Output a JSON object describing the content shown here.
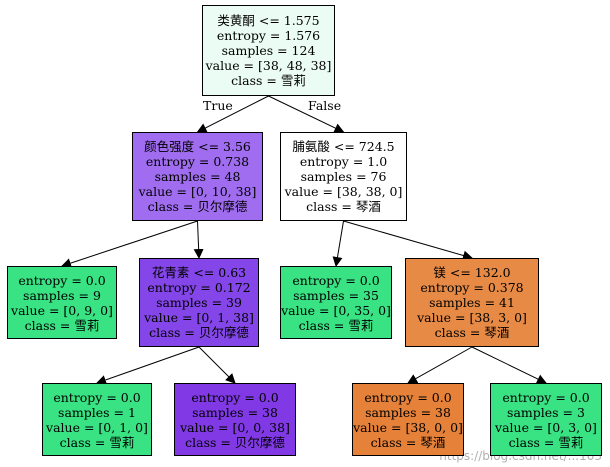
{
  "nodes": [
    {
      "id": "n0",
      "fill": "#ebfcf4",
      "lines": [
        "类黄酮 <= 1.575",
        "entropy = 1.576",
        "samples = 124",
        "value = [38, 48, 38]",
        "class = 雪莉"
      ]
    },
    {
      "id": "n1",
      "fill": "#a06df0",
      "lines": [
        "颜色强度 <= 3.56",
        "entropy = 0.738",
        "samples = 48",
        "value = [0, 10, 38]",
        "class = 贝尔摩德"
      ]
    },
    {
      "id": "n2",
      "fill": "#ffffff",
      "lines": [
        "脯氨酸 <= 724.5",
        "entropy = 1.0",
        "samples = 76",
        "value = [38, 38, 0]",
        "class = 琴酒"
      ]
    },
    {
      "id": "n3",
      "fill": "#39e282",
      "lines": [
        "entropy = 0.0",
        "samples = 9",
        "value = [0, 9, 0]",
        "class = 雪莉"
      ]
    },
    {
      "id": "n4",
      "fill": "#8446e9",
      "lines": [
        "花青素 <= 0.63",
        "entropy = 0.172",
        "samples = 39",
        "value = [0, 1, 38]",
        "class = 贝尔摩德"
      ]
    },
    {
      "id": "n5",
      "fill": "#39e282",
      "lines": [
        "entropy = 0.0",
        "samples = 35",
        "value = [0, 35, 0]",
        "class = 雪莉"
      ]
    },
    {
      "id": "n6",
      "fill": "#e78a46",
      "lines": [
        "镁 <= 132.0",
        "entropy = 0.378",
        "samples = 41",
        "value = [38, 3, 0]",
        "class = 琴酒"
      ]
    },
    {
      "id": "n7",
      "fill": "#39e282",
      "lines": [
        "entropy = 0.0",
        "samples = 1",
        "value = [0, 1, 0]",
        "class = 雪莉"
      ]
    },
    {
      "id": "n8",
      "fill": "#8139e5",
      "lines": [
        "entropy = 0.0",
        "samples = 38",
        "value = [0, 0, 38]",
        "class = 贝尔摩德"
      ]
    },
    {
      "id": "n9",
      "fill": "#e58139",
      "lines": [
        "entropy = 0.0",
        "samples = 38",
        "value = [38, 0, 0]",
        "class = 琴酒"
      ]
    },
    {
      "id": "n10",
      "fill": "#39e282",
      "lines": [
        "entropy = 0.0",
        "samples = 3",
        "value = [0, 3, 0]",
        "class = 雪莉"
      ]
    }
  ],
  "edges": [
    {
      "from": "n0",
      "to": "n1",
      "label": "True"
    },
    {
      "from": "n0",
      "to": "n2",
      "label": "False"
    },
    {
      "from": "n1",
      "to": "n3",
      "label": ""
    },
    {
      "from": "n1",
      "to": "n4",
      "label": ""
    },
    {
      "from": "n2",
      "to": "n5",
      "label": ""
    },
    {
      "from": "n2",
      "to": "n6",
      "label": ""
    },
    {
      "from": "n4",
      "to": "n7",
      "label": ""
    },
    {
      "from": "n4",
      "to": "n8",
      "label": ""
    },
    {
      "from": "n6",
      "to": "n9",
      "label": ""
    },
    {
      "from": "n6",
      "to": "n10",
      "label": ""
    }
  ],
  "watermark": "https://blog.csdn.net/...103"
}
